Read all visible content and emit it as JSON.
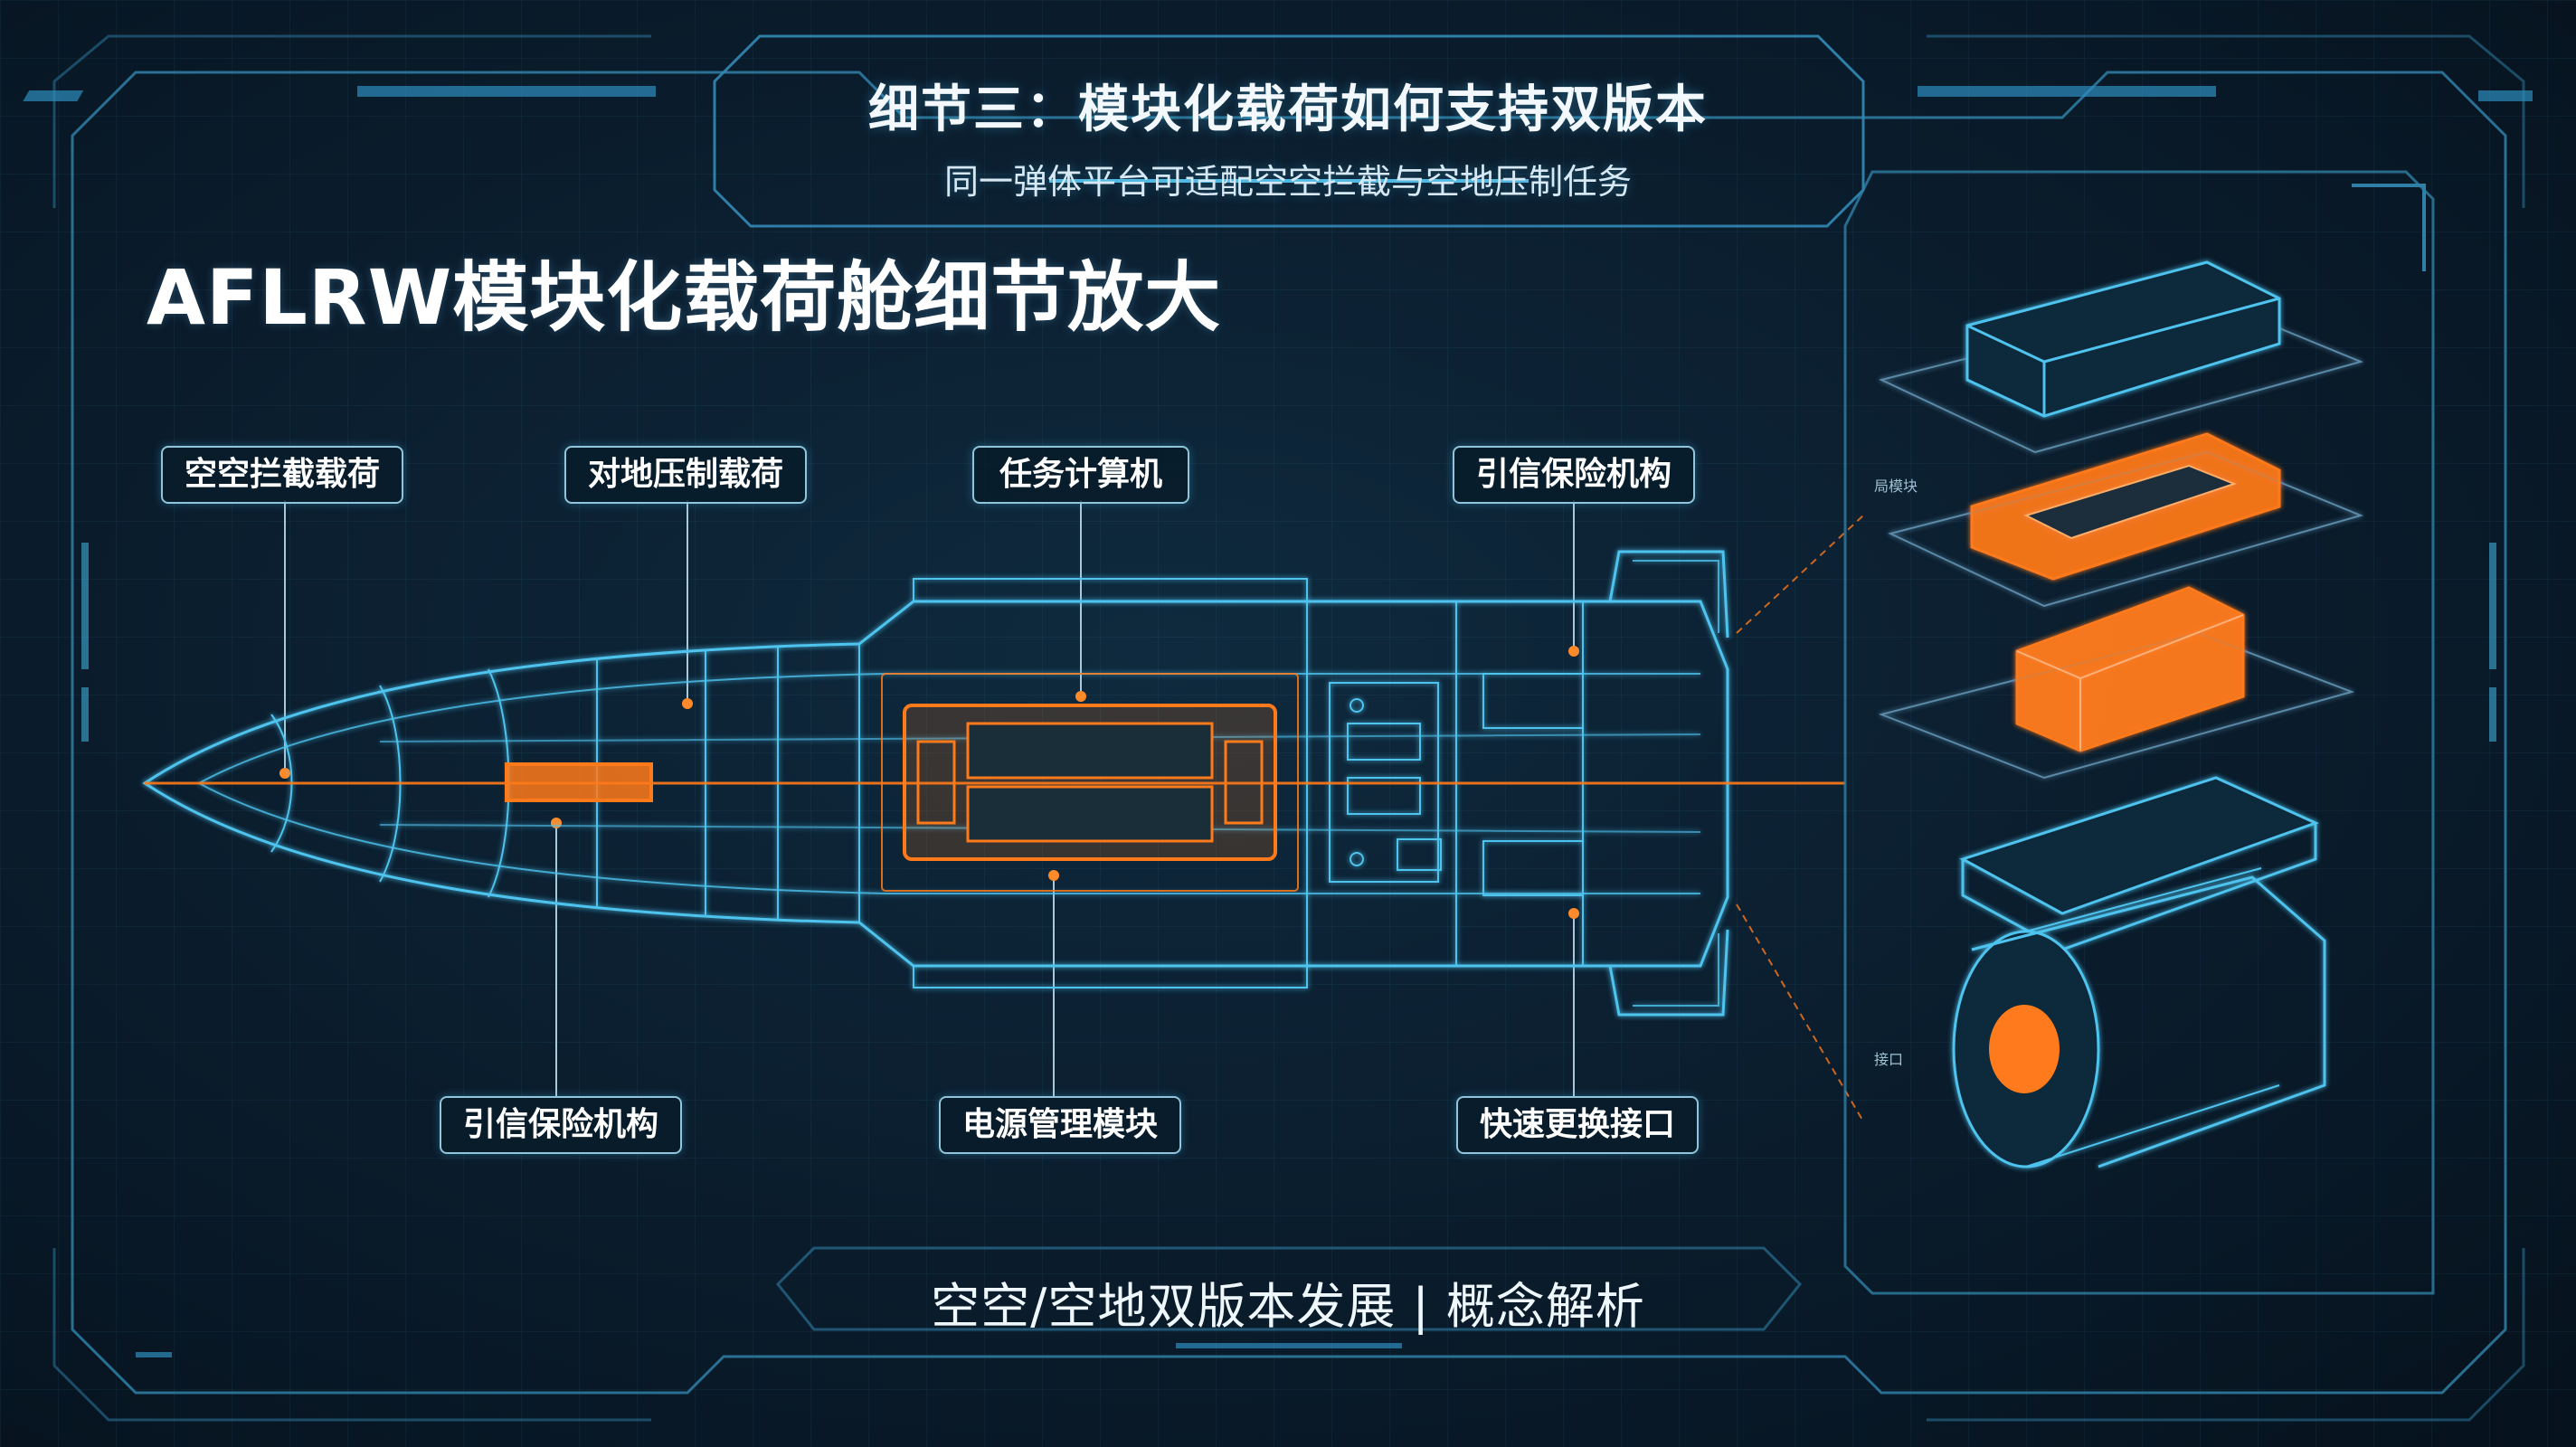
{
  "header": {
    "main_title": "细节三：模块化载荷如何支持双版本",
    "subtitle": "同一弹体平台可适配空空拦截与空地压制任务"
  },
  "section_title": "AFLRW模块化载荷舱细节放大",
  "callouts_top": [
    {
      "label": "空空拦截载荷"
    },
    {
      "label": "对地压制载荷"
    },
    {
      "label": "任务计算机"
    },
    {
      "label": "引信保险机构"
    }
  ],
  "callouts_bottom": [
    {
      "label": "引信保险机构"
    },
    {
      "label": "电源管理模块"
    },
    {
      "label": "快速更换接口"
    }
  ],
  "exploded_view": {
    "small_labels": [
      "局模块",
      "接口"
    ]
  },
  "footer": {
    "caption": "空空/空地双版本发展 | 概念解析"
  },
  "colors": {
    "background": "#0a1c2c",
    "wireframe": "#4ec3ee",
    "payload_orange": "#ff7a1a",
    "callout_border": "#8fc6dc",
    "text": "#ffffff"
  }
}
